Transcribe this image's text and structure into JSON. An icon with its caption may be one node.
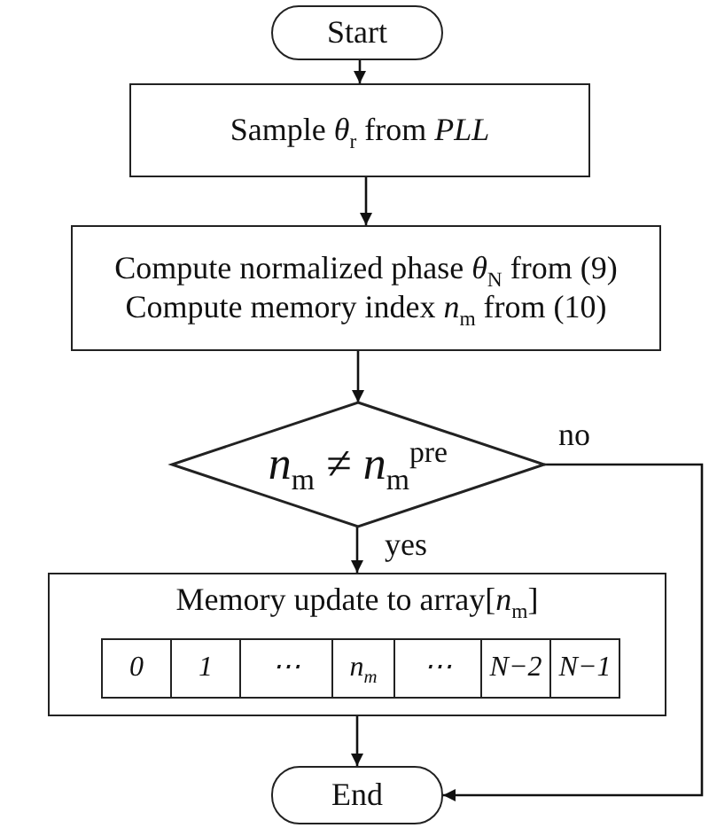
{
  "diagram": {
    "nodes": [
      {
        "text": [
          "Start"
        ]
      },
      {
        "text": [
          "Sample *θ*$_{r}$ from *PLL*"
        ]
      },
      {
        "text": [
          "Compute normalized phase *θ*$_{N}$ from (9)",
          "Compute memory index *n*$_{m}$ from (10)"
        ]
      },
      {
        "text": [
          "*n*$_{m}$ ≠ *n*$_{m}$$^{pre}$"
        ]
      },
      {
        "text": [
          "Memory update to array[*n*$_{m}$]"
        ]
      },
      {
        "text": [
          "0"
        ],
        "in": 4
      },
      {
        "text": [
          "1"
        ],
        "in": 4
      },
      {
        "text": [
          "⋯"
        ],
        "in": 4
      },
      {
        "text": [
          "n$_{m}$"
        ],
        "in": 4
      },
      {
        "text": [
          "⋯"
        ],
        "in": 4
      },
      {
        "text": [
          "N−2"
        ],
        "in": 4
      },
      {
        "text": [
          "N−1"
        ],
        "in": 4
      },
      {
        "text": [
          "End"
        ]
      }
    ],
    "edges": [
      {
        "from": 0,
        "to": 1,
        "arrow": "to"
      },
      {
        "from": 1,
        "to": 2,
        "arrow": "to"
      },
      {
        "from": 2,
        "to": 3,
        "arrow": "to"
      },
      {
        "from": 3,
        "to": 4,
        "label": "yes",
        "arrow": "to"
      },
      {
        "from": 4,
        "to": 12,
        "arrow": "to"
      },
      {
        "from": 3,
        "to": 12,
        "label": "no",
        "arrow": "to"
      }
    ]
  }
}
